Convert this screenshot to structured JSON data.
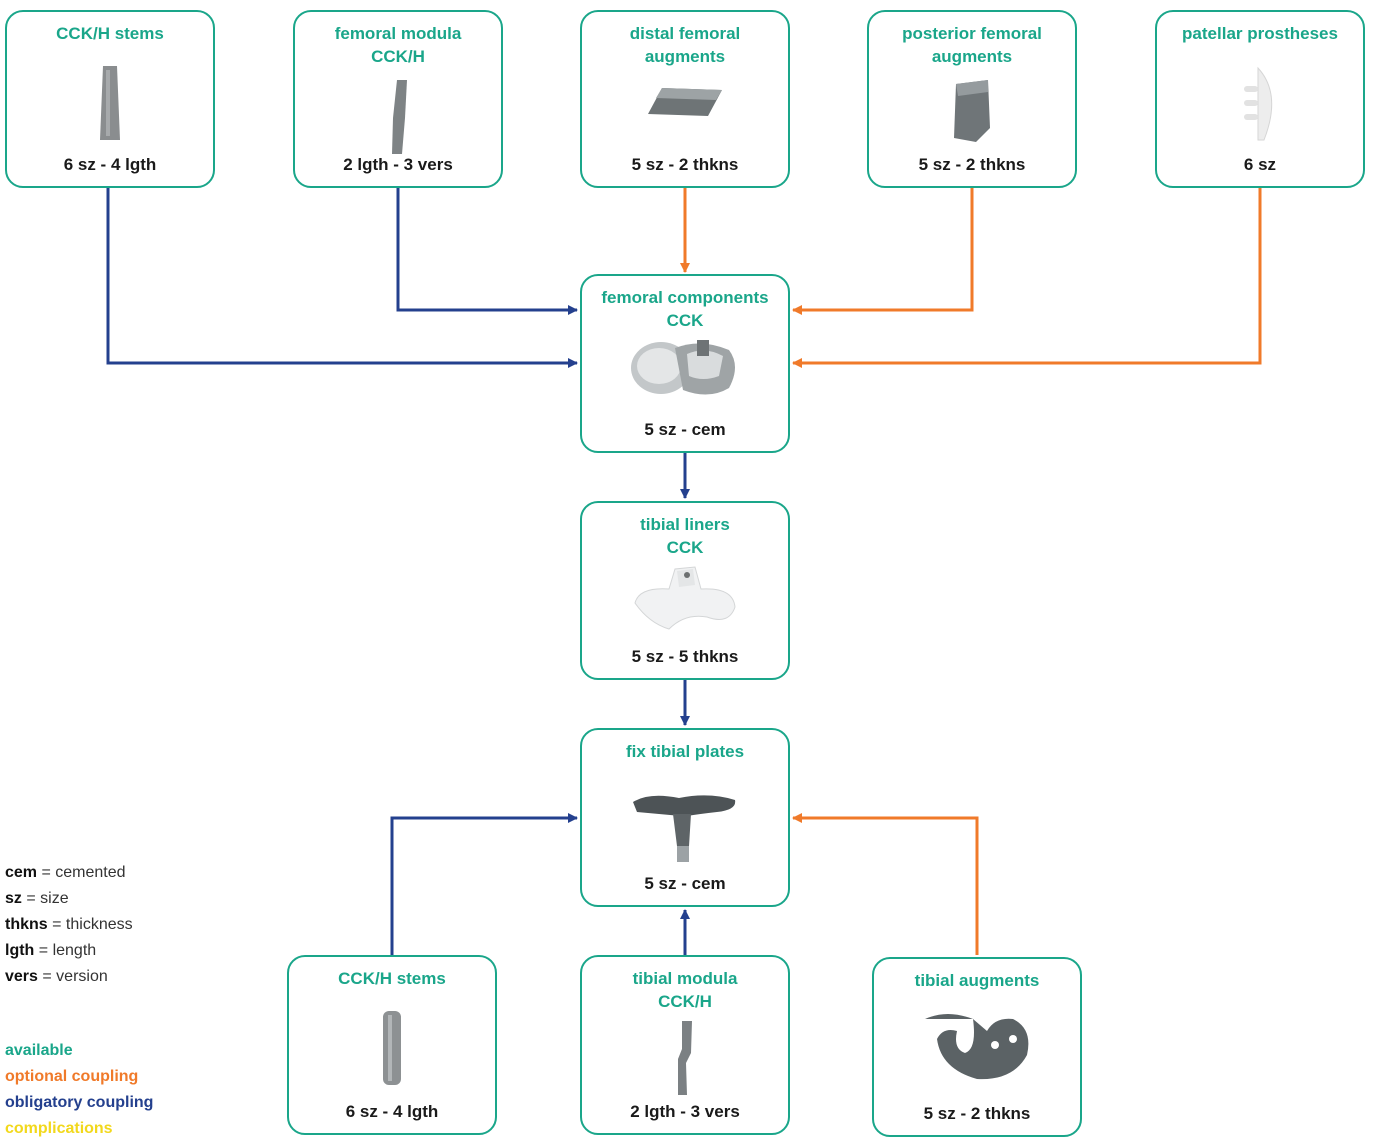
{
  "boxes": {
    "cck_h_stems_top": {
      "title": "CCK/H stems",
      "label": "6 sz - 4 lgth",
      "icon": "stem-icon"
    },
    "femoral_modula": {
      "title": "femoral modula\nCCK/H",
      "label": "2 lgth - 3 vers",
      "icon": "modula-icon"
    },
    "distal_femoral_augments": {
      "title": "distal femoral\naugments",
      "label": "5 sz - 2 thkns",
      "icon": "distal-augment-icon"
    },
    "posterior_femoral_augments": {
      "title": "posterior femoral\naugments",
      "label": "5 sz - 2 thkns",
      "icon": "posterior-augment-icon"
    },
    "patellar_prostheses": {
      "title": "patellar prostheses",
      "label": "6 sz",
      "icon": "patella-icon"
    },
    "femoral_components": {
      "title": "femoral components\nCCK",
      "label": "5 sz - cem",
      "icon": "femoral-component-icon"
    },
    "tibial_liners": {
      "title": "tibial liners\nCCK",
      "label": "5 sz - 5 thkns",
      "icon": "tibial-liner-icon"
    },
    "fix_tibial_plates": {
      "title": "fix tibial plates",
      "label": "5 sz - cem",
      "icon": "tibial-plate-icon"
    },
    "cck_h_stems_bottom": {
      "title": "CCK/H stems",
      "label": "6 sz - 4 lgth",
      "icon": "stem-icon"
    },
    "tibial_modula": {
      "title": "tibial modula\nCCK/H",
      "label": "2 lgth - 3 vers",
      "icon": "modula-icon"
    },
    "tibial_augments": {
      "title": "tibial augments",
      "label": "5 sz - 2 thkns",
      "icon": "tibial-augment-icon"
    }
  },
  "legend": {
    "abbreviations": [
      {
        "abbr": "cem",
        "meaning": "= cemented"
      },
      {
        "abbr": "sz",
        "meaning": "= size"
      },
      {
        "abbr": "thkns",
        "meaning": "= thickness"
      },
      {
        "abbr": "lgth",
        "meaning": "= length"
      },
      {
        "abbr": "vers",
        "meaning": "= version"
      }
    ],
    "available": "available",
    "optional": "optional coupling",
    "obligatory": "obligatory coupling",
    "complications": "complications"
  },
  "colors": {
    "available": "#1aa68a",
    "optional": "#f07a2a",
    "obligatory": "#24408e",
    "complications": "#f2d81c"
  }
}
